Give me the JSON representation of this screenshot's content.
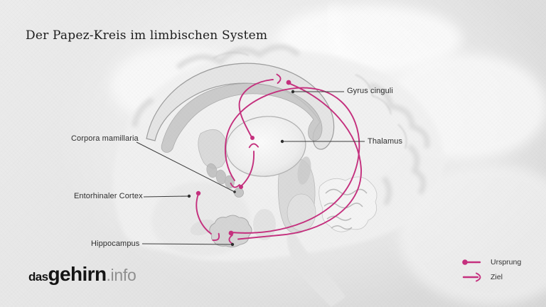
{
  "title": "Der Papez-Kreis im limbischen System",
  "colors": {
    "accent_pink": "#c5307e",
    "label_line": "#3c3c3c",
    "text_dark": "#1c1c1c",
    "logo_gray": "#8f8f8f"
  },
  "labels": {
    "gyrus_cinguli": "Gyrus cinguli",
    "thalamus": "Thalamus",
    "corpora_mamillaria": "Corpora mamillaria",
    "entorhinaler_cortex": "Entorhinaler Cortex",
    "hippocampus": "Hippocampus"
  },
  "legend": {
    "ursprung": "Ursprung",
    "ziel": "Ziel"
  },
  "logo": {
    "part1": "das",
    "part2": "gehirn",
    "part3": ".info"
  }
}
